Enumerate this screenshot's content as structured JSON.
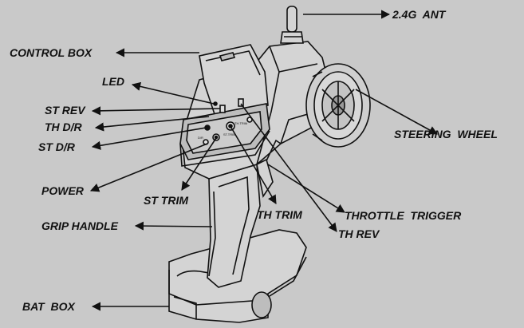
{
  "labels": {
    "antenna": "2.4G  ANT",
    "control_box": "CONTROL BOX",
    "led": "LED",
    "st_rev": "ST REV",
    "th_dr": "TH D/R",
    "st_dr": "ST D/R",
    "power": "POWER",
    "st_trim": "ST TRIM",
    "th_trim": "TH TRIM",
    "grip_handle": "GRIP HANDLE",
    "bat_box": "BAT  BOX",
    "steering_wheel": "STEERING  WHEEL",
    "throttle_trigger": "THROTTLE  TRIGGER",
    "th_rev": "TH REV"
  },
  "panel_text": {
    "dr": "D/R",
    "st_trim": "ST.TRIM",
    "th_trim": "TH.TRIM"
  },
  "colors": {
    "background": "#c9c9c9",
    "outline": "#111111",
    "body_fill": "#d4d4d4",
    "panel_fill": "#bdbdbd"
  }
}
